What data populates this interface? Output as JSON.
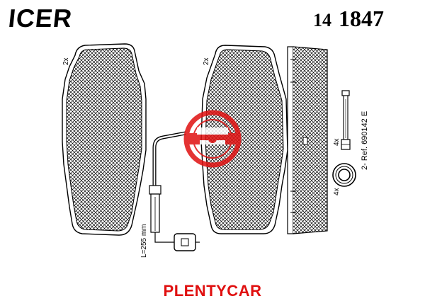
{
  "header": {
    "brand": "ICER",
    "part_prefix": "14",
    "part_number": "1847"
  },
  "labels": {
    "qty_left_pad": "2x",
    "qty_right_pad": "2x",
    "sensor_length": "L=255 mm",
    "qty_bolt": "4x",
    "qty_sleeve": "4x",
    "reference": "2- Ref. 690142 E"
  },
  "footer": {
    "text": "PLENTYCAR"
  },
  "colors": {
    "watermark": "#e01010",
    "footer": "#e01010",
    "line": "#000000"
  }
}
